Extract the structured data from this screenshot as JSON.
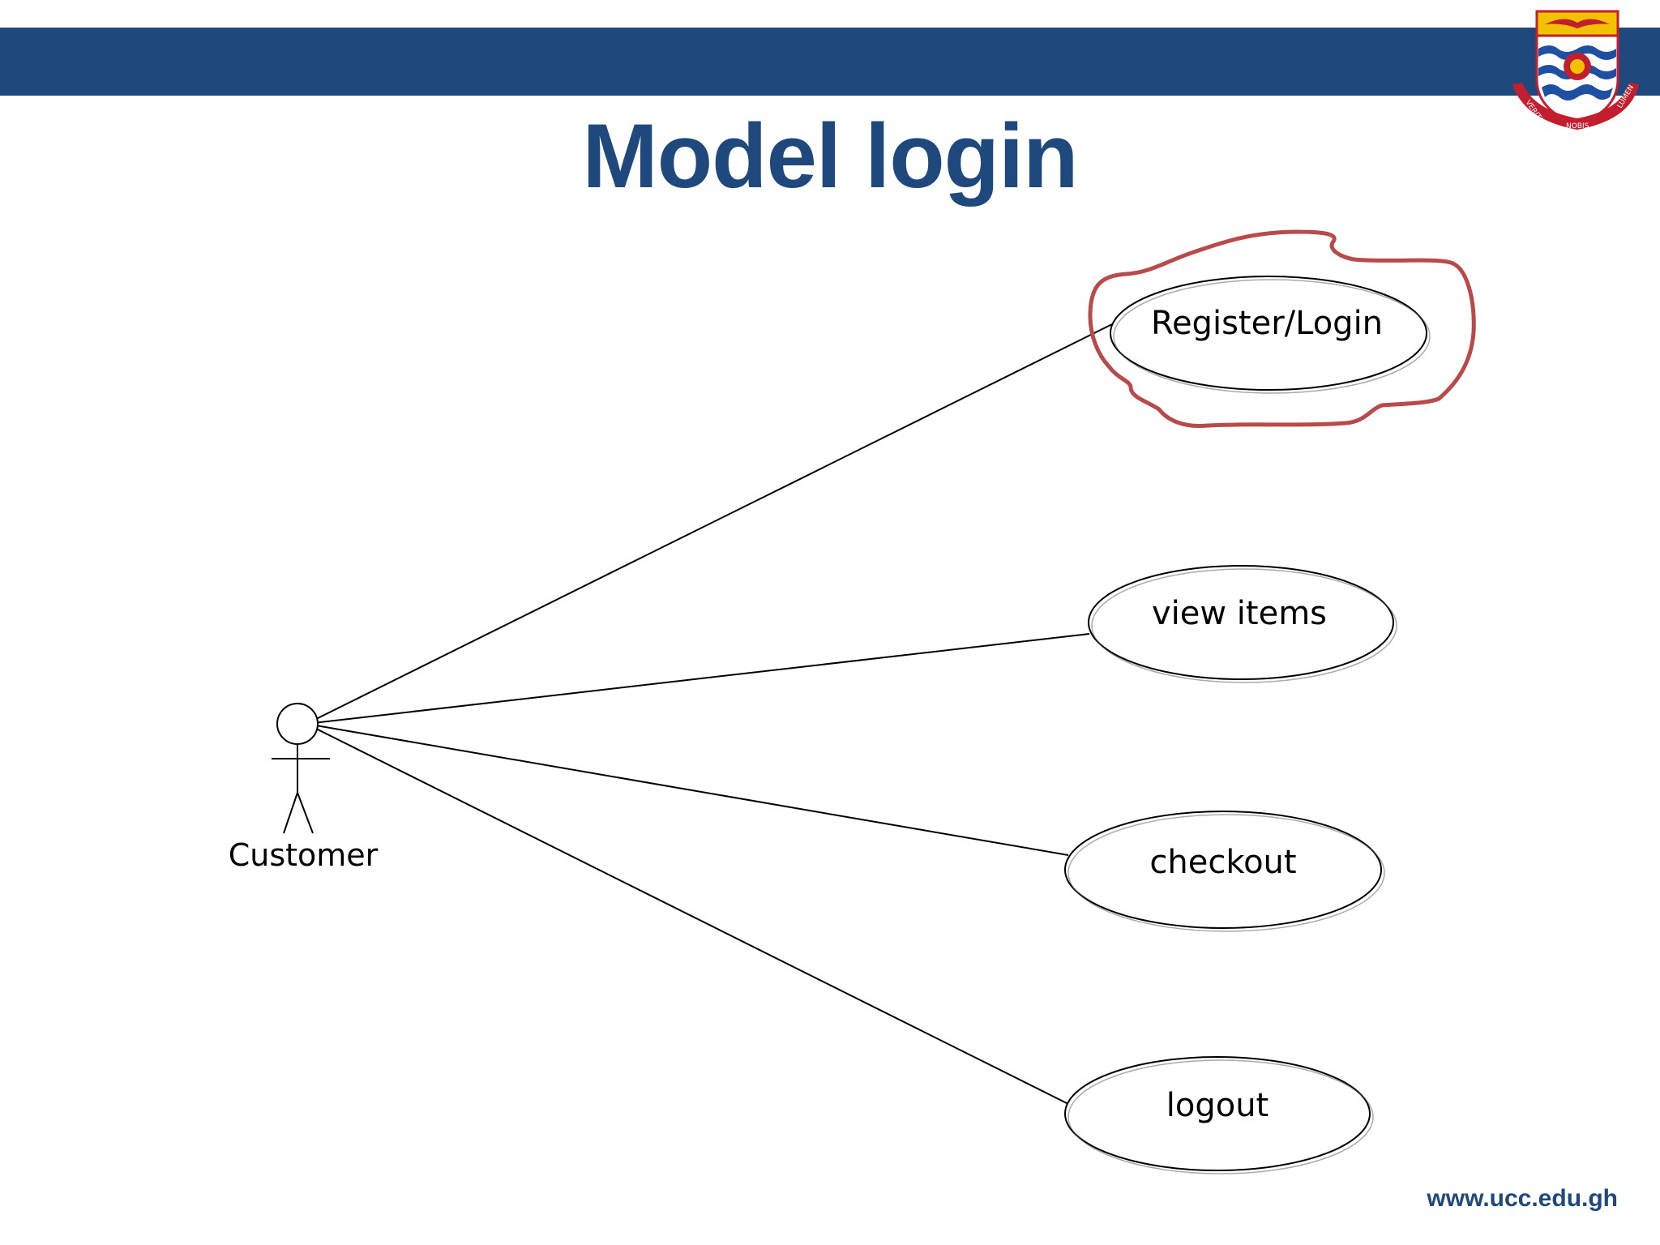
{
  "slide": {
    "title": "Model login",
    "footer_url": "www.ucc.edu.gh"
  },
  "logo": {
    "icon": "university-crest-icon",
    "motto_left": "VERITAS",
    "motto_center": "NOBIS",
    "motto_right": "LUMEN"
  },
  "diagram": {
    "type": "use-case",
    "actor": {
      "label": "Customer"
    },
    "use_cases": [
      {
        "label": "Register/Login",
        "highlighted": true
      },
      {
        "label": "view items",
        "highlighted": false
      },
      {
        "label": "checkout",
        "highlighted": false
      },
      {
        "label": "logout",
        "highlighted": false
      }
    ],
    "highlight_color": "#b94a4a"
  },
  "colors": {
    "brand": "#1f497d",
    "highlight": "#b94a4a"
  }
}
